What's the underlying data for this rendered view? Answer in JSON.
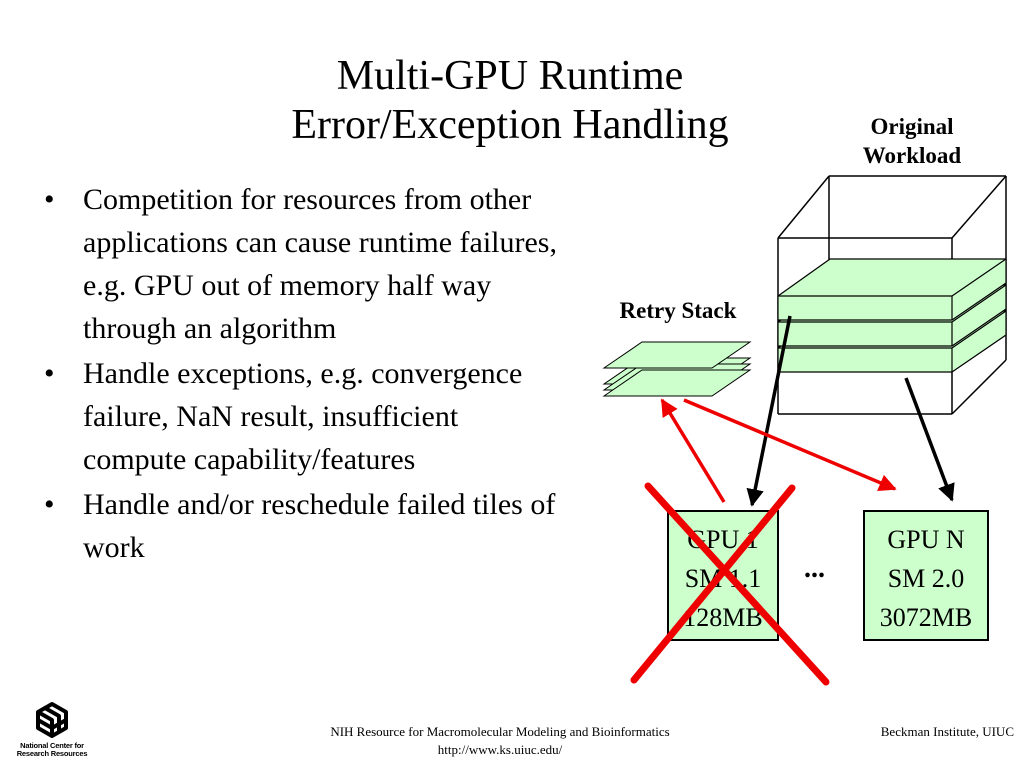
{
  "slide": {
    "title_line1": "Multi-GPU Runtime",
    "title_line2": "Error/Exception Handling"
  },
  "bullets": [
    {
      "marker": "•",
      "text": "Competition for resources from other applications can cause runtime failures, e.g. GPU out of memory half way through an algorithm"
    },
    {
      "marker": "•",
      "text": "Handle exceptions, e.g. convergence failure, NaN result, insufficient compute capability/features"
    },
    {
      "marker": "•",
      "text": "Handle and/or reschedule failed tiles of work"
    }
  ],
  "diagram": {
    "workload_label_line1": "Original",
    "workload_label_line2": "Workload",
    "retry_label": "Retry Stack",
    "ellipsis": "...",
    "gpus": [
      {
        "name": "GPU 1",
        "sm": "SM 1.1",
        "memory": "128MB",
        "failed": true
      },
      {
        "name": "GPU N",
        "sm": "SM 2.0",
        "memory": "3072MB",
        "failed": false
      }
    ],
    "colors": {
      "tile_fill": "#ccffcc",
      "arrow_black": "#000000",
      "arrow_red": "#ee0000",
      "cross": "#ee0000"
    }
  },
  "footer": {
    "center_line1": "NIH Resource for Macromolecular Modeling and Bioinformatics",
    "center_line2": "http://www.ks.uiuc.edu/",
    "right": "Beckman Institute, UIUC",
    "logo_text_line1": "National Center for",
    "logo_text_line2": "Research Resources"
  }
}
